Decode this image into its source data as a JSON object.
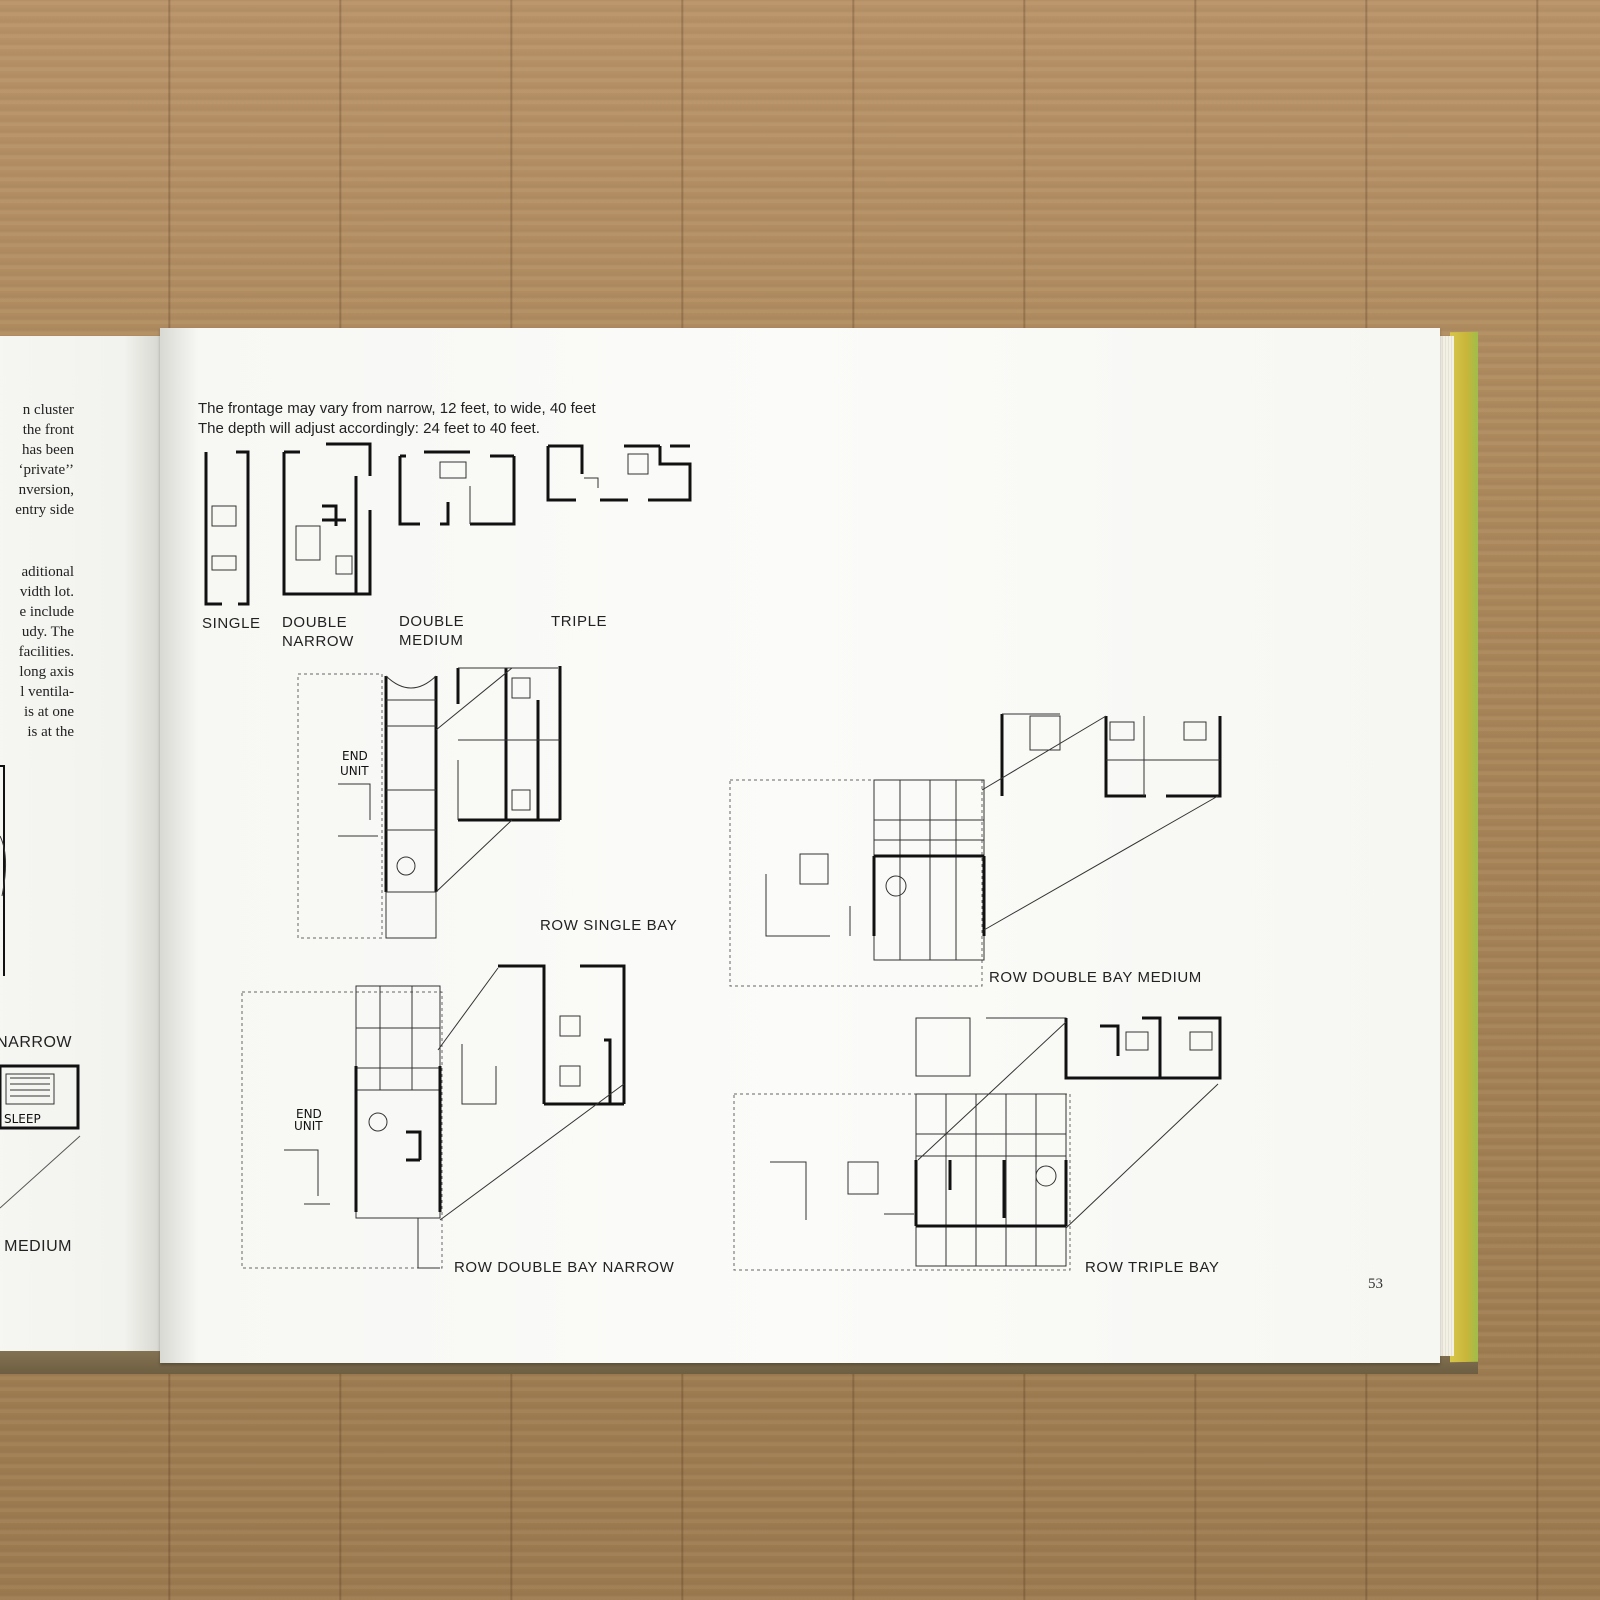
{
  "left_page": {
    "lines": [
      "n cluster",
      "the front",
      "has been",
      "‘private’’",
      "nversion,",
      "entry side",
      "aditional",
      "vidth lot.",
      "e include",
      "udy. The",
      "facilities.",
      "long axis",
      "l ventila-",
      "is at one",
      "is at the"
    ],
    "labels": [
      "NARROW",
      "MEDIUM"
    ],
    "sketch_text": "SLEEP"
  },
  "right_page": {
    "caption_lines": [
      "The frontage may vary from narrow, 12 feet, to wide, 40 feet",
      "The depth will adjust accordingly: 24 feet to 40 feet."
    ],
    "frontage_types": [
      {
        "label": "SINGLE"
      },
      {
        "label": "DOUBLE\nNARROW"
      },
      {
        "label": "DOUBLE\nMEDIUM"
      },
      {
        "label": "TRIPLE"
      }
    ],
    "plan_titles": {
      "single_bay": "ROW SINGLE BAY",
      "double_bay_medium": "ROW DOUBLE BAY MEDIUM",
      "double_bay_narrow": "ROW DOUBLE BAY NARROW",
      "triple_bay": "ROW TRIPLE BAY"
    },
    "hand_notes": {
      "end_unit_1a": "END",
      "end_unit_1b": "UNIT",
      "end_unit_2a": "END",
      "end_unit_2b": "UNIT"
    },
    "page_number": "53"
  }
}
